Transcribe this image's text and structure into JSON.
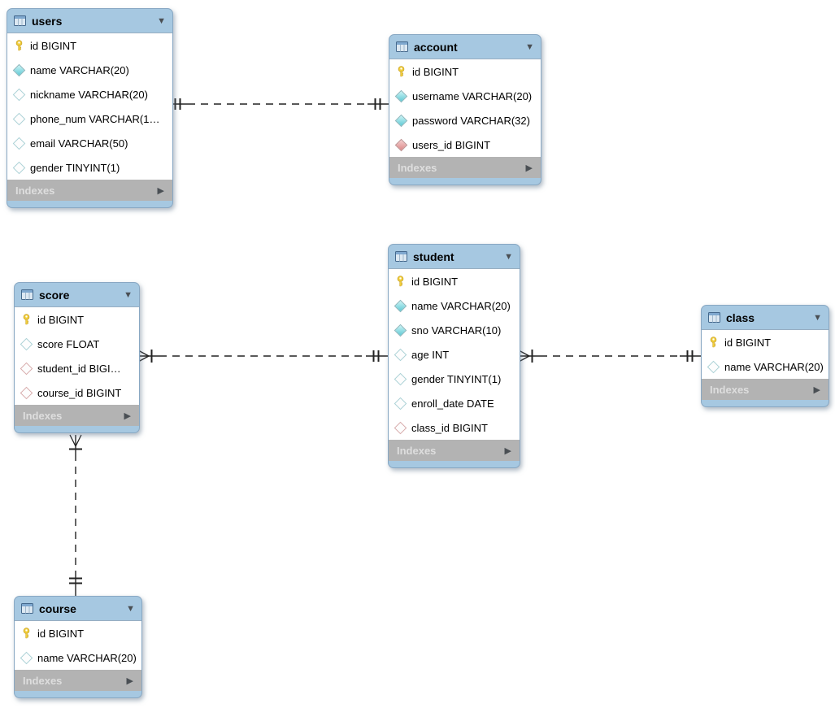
{
  "labels": {
    "indexes": "Indexes"
  },
  "icons": {
    "collapse": "▼",
    "expand": "▶"
  },
  "tables": {
    "users": {
      "title": "users",
      "columns": [
        "id BIGINT",
        "name VARCHAR(20)",
        "nickname VARCHAR(20)",
        "phone_num VARCHAR(1…",
        "email VARCHAR(50)",
        "gender TINYINT(1)"
      ]
    },
    "account": {
      "title": "account",
      "columns": [
        "id BIGINT",
        "username VARCHAR(20)",
        "password VARCHAR(32)",
        "users_id BIGINT"
      ]
    },
    "student": {
      "title": "student",
      "columns": [
        "id BIGINT",
        "name VARCHAR(20)",
        "sno VARCHAR(10)",
        "age INT",
        "gender TINYINT(1)",
        "enroll_date DATE",
        "class_id BIGINT"
      ]
    },
    "score": {
      "title": "score",
      "columns": [
        "id BIGINT",
        "score FLOAT",
        "student_id BIGI…",
        "course_id BIGINT"
      ]
    },
    "class": {
      "title": "class",
      "columns": [
        "id BIGINT",
        "name VARCHAR(20)"
      ]
    },
    "course": {
      "title": "course",
      "columns": [
        "id BIGINT",
        "name VARCHAR(20)"
      ]
    }
  },
  "relationships": [
    {
      "from": "users",
      "to": "account",
      "from_cardinality": "1",
      "to_cardinality": "1",
      "style": "dashed"
    },
    {
      "from": "score",
      "to": "student",
      "from_cardinality": "many",
      "to_cardinality": "1",
      "style": "dashed"
    },
    {
      "from": "student",
      "to": "class",
      "from_cardinality": "many",
      "to_cardinality": "1",
      "style": "dashed"
    },
    {
      "from": "score",
      "to": "course",
      "from_cardinality": "many",
      "to_cardinality": "1",
      "style": "dashed"
    }
  ],
  "colors": {
    "header_blue": "#a6c8e1",
    "footer_gray": "#b3b3b3",
    "key_yellow": "#f2cf3c",
    "column_cyan": "#5fc9d4",
    "fk_red": "#dc8888",
    "line": "#222222"
  }
}
